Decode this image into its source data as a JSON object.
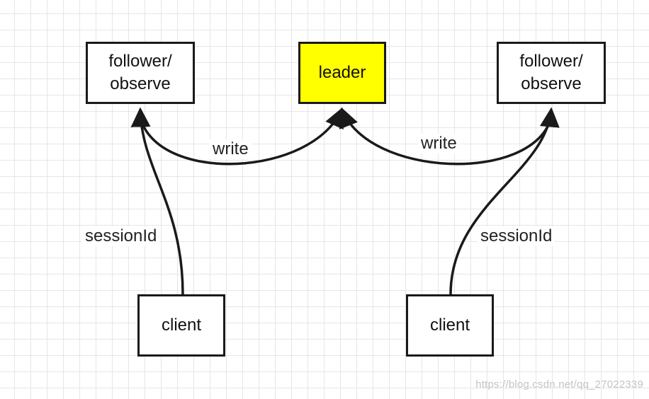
{
  "colors": {
    "stroke": "#1a1a1a",
    "leader_fill": "#ffff00",
    "node_fill": "#ffffff"
  },
  "nodes": {
    "follower_left": "follower/\nobserve",
    "leader": "leader",
    "follower_right": "follower/\nobserve",
    "client_left": "client",
    "client_right": "client"
  },
  "edges": {
    "write_left": "write",
    "write_right": "write",
    "session_left": "sessionId",
    "session_right": "sessionId"
  },
  "watermark": "https://blog.csdn.net/qq_27022339"
}
